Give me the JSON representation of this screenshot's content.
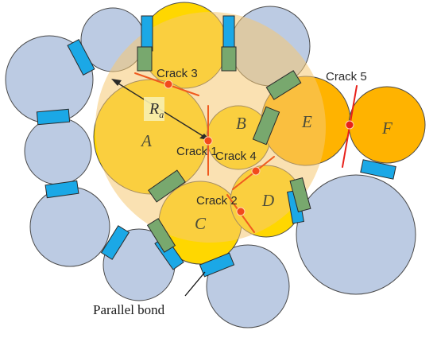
{
  "colors": {
    "grey_particle": "#bccbe3",
    "yellow_particle": "#ffd700",
    "orange_particle": "#ffb300",
    "influence_zone": "#f6c872",
    "bond_blue": "#1ba8e6",
    "bond_green": "#78a86e",
    "crack_line": "#f05a1e",
    "crack_dot": "#f24a1c",
    "outline": "#4a4a4a"
  },
  "particle_labels": {
    "a": "A",
    "b": "B",
    "c": "C",
    "d": "D",
    "e": "E",
    "f": "F"
  },
  "radius_label": {
    "main": "R",
    "sub": "a"
  },
  "cracks": {
    "c1": "Crack 1",
    "c2": "Crack 2",
    "c3": "Crack 3",
    "c4": "Crack 4",
    "c5": "Crack 5"
  },
  "callout": {
    "parallel_bond": "Parallel bond"
  }
}
